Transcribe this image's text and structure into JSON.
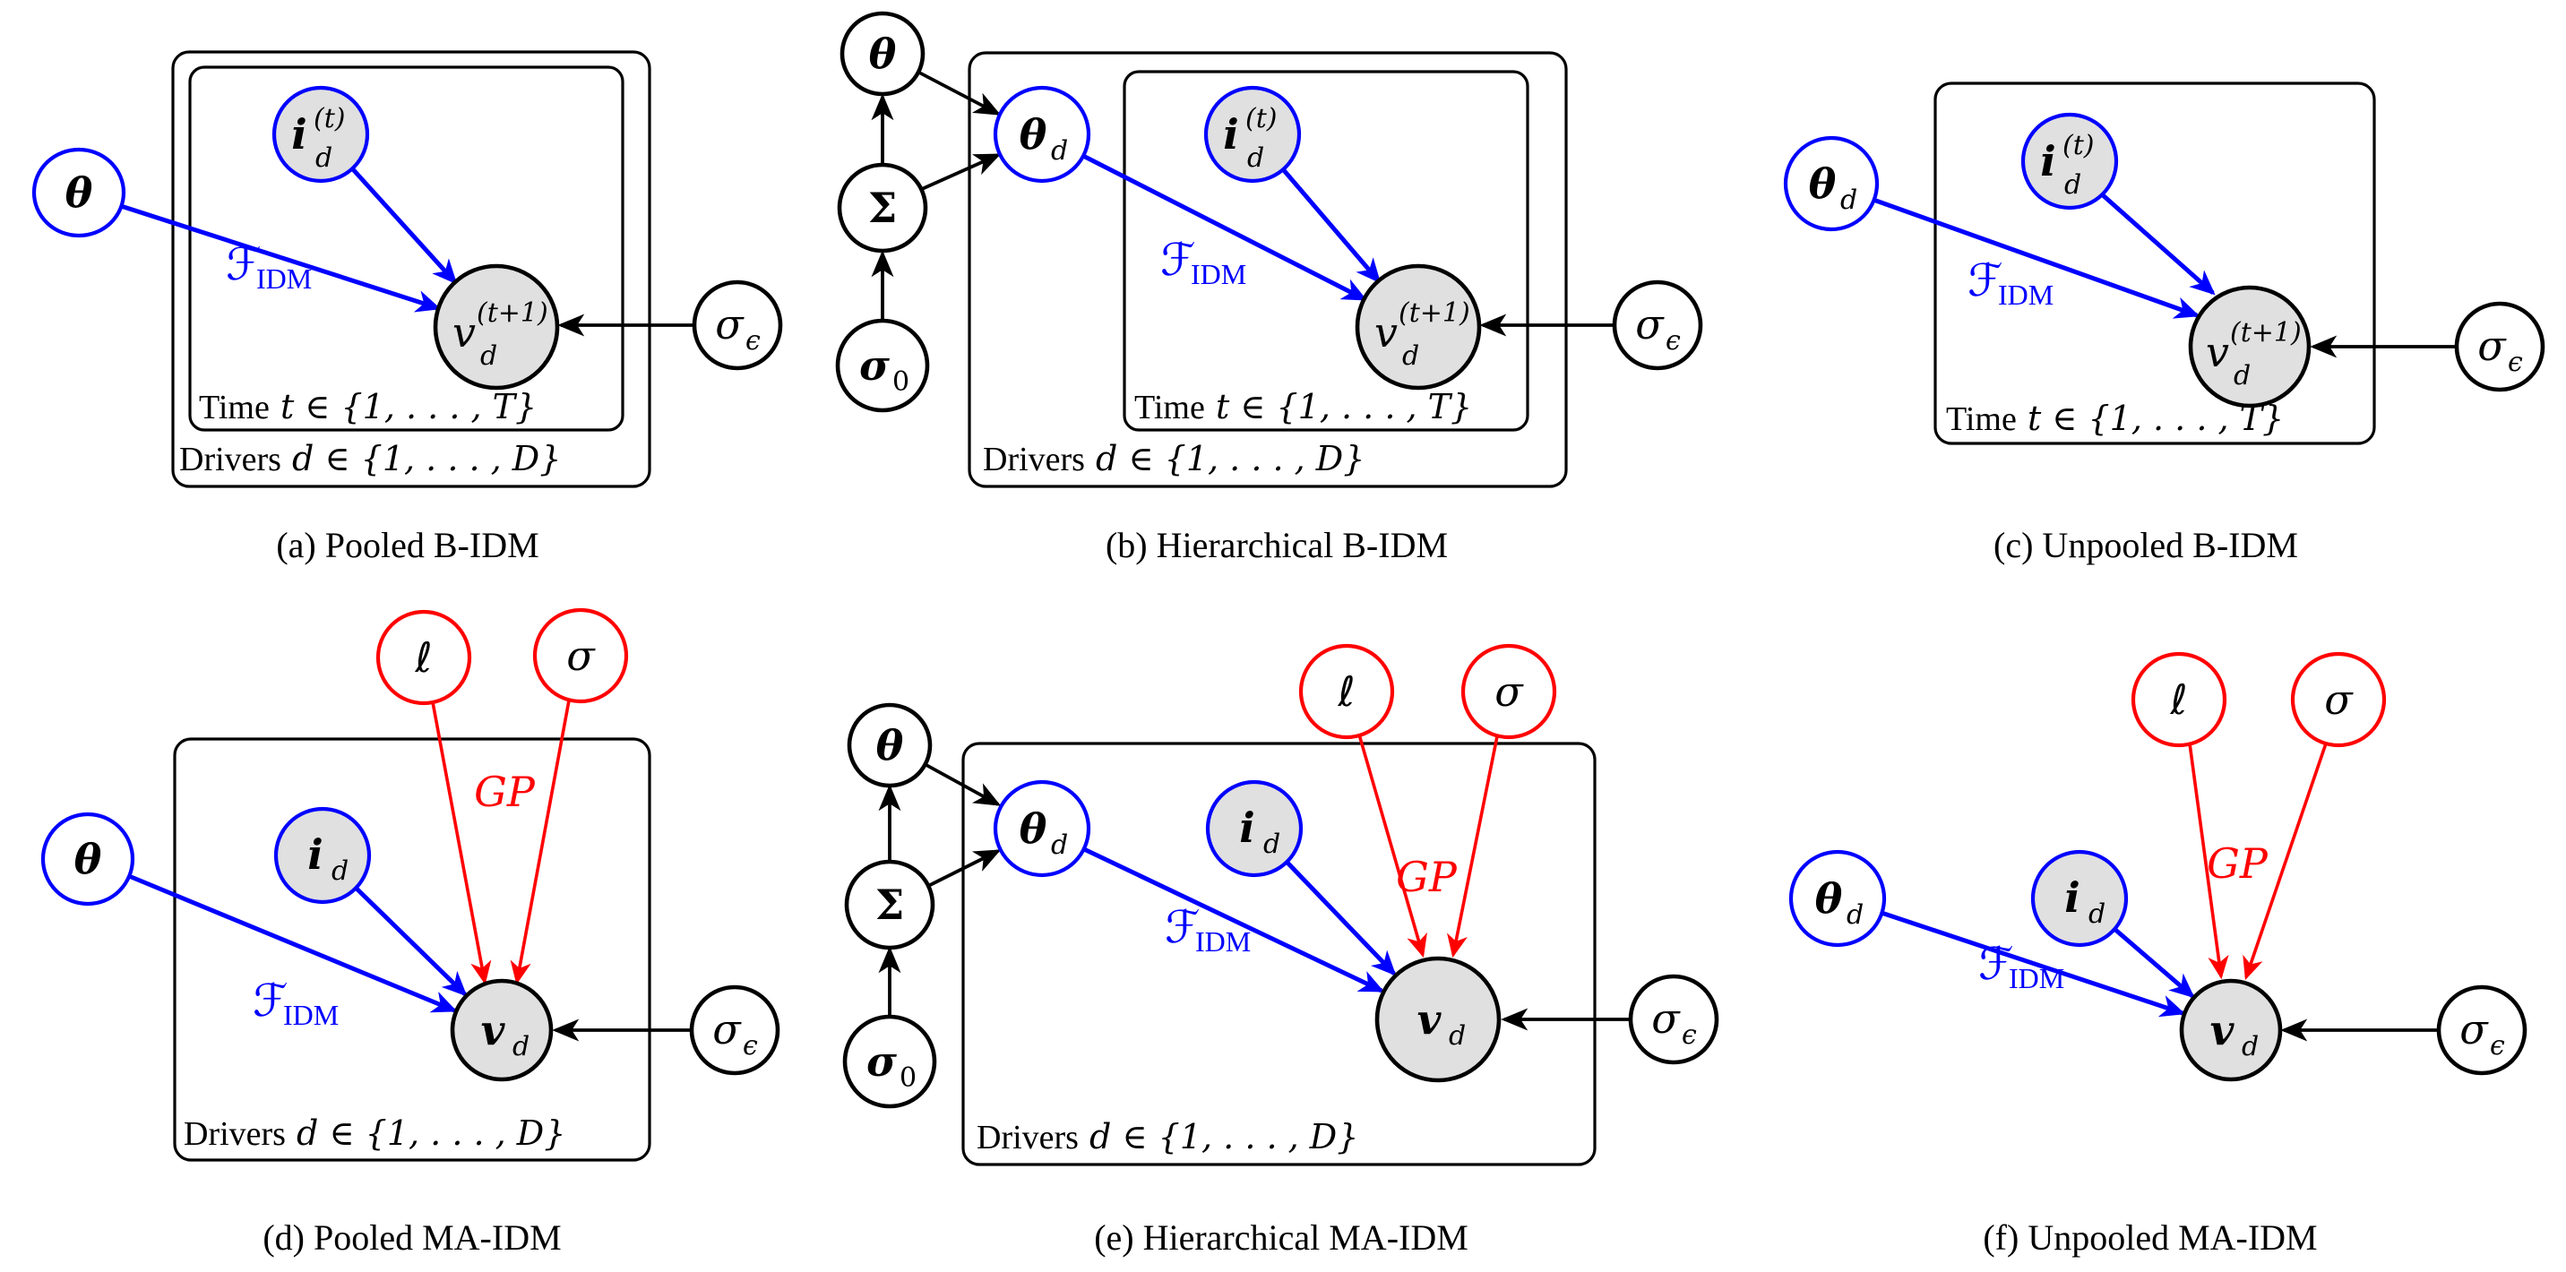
{
  "figure": {
    "type": "probabilistic-graphical-model-plate-diagrams",
    "colors": {
      "idm_blue": "#0000ff",
      "gp_red": "#ff0000",
      "black": "#000000",
      "observed_node_fill": "#e0e0e0",
      "background": "#ffffff"
    }
  },
  "diagrams": [
    {
      "id": "a",
      "caption": "(a) Pooled B-IDM",
      "plate_time_prefix": "Time",
      "plate_time_math": " t ∈ {1, . . . , T}",
      "plate_drivers_prefix": "Drivers",
      "plate_drivers_math": " d ∈ {1, . . . , D}",
      "f_idm": {
        "main": "ℱ",
        "sub": "IDM"
      },
      "nodes": {
        "theta": {
          "label": "θ"
        },
        "i": {
          "main": "i",
          "sup": "(t)",
          "sub": "d"
        },
        "v": {
          "main": "v",
          "sup": "(t+1)",
          "sub": "d"
        },
        "sigma_eps": {
          "main": "σ",
          "sub": "ϵ"
        }
      }
    },
    {
      "id": "b",
      "caption": "(b) Hierarchical B-IDM",
      "plate_time_prefix": "Time",
      "plate_time_math": " t ∈ {1, . . . , T}",
      "plate_drivers_prefix": "Drivers",
      "plate_drivers_math": " d ∈ {1, . . . , D}",
      "f_idm": {
        "main": "ℱ",
        "sub": "IDM"
      },
      "nodes": {
        "theta": {
          "label": "θ"
        },
        "Sigma": {
          "label": "Σ"
        },
        "sigma0": {
          "main": "σ",
          "sub": "0"
        },
        "theta_d": {
          "main": "θ",
          "sub": "d"
        },
        "i": {
          "main": "i",
          "sup": "(t)",
          "sub": "d"
        },
        "v": {
          "main": "v",
          "sup": "(t+1)",
          "sub": "d"
        },
        "sigma_eps": {
          "main": "σ",
          "sub": "ϵ"
        }
      }
    },
    {
      "id": "c",
      "caption": "(c) Unpooled B-IDM",
      "plate_time_prefix": "Time",
      "plate_time_math": " t ∈ {1, . . . , T}",
      "f_idm": {
        "main": "ℱ",
        "sub": "IDM"
      },
      "nodes": {
        "theta_d": {
          "main": "θ",
          "sub": "d"
        },
        "i": {
          "main": "i",
          "sup": "(t)",
          "sub": "d"
        },
        "v": {
          "main": "v",
          "sup": "(t+1)",
          "sub": "d"
        },
        "sigma_eps": {
          "main": "σ",
          "sub": "ϵ"
        }
      }
    },
    {
      "id": "d",
      "caption": "(d) Pooled MA-IDM",
      "plate_drivers_prefix": "Drivers",
      "plate_drivers_math": " d ∈ {1, . . . , D}",
      "f_idm": {
        "main": "ℱ",
        "sub": "IDM"
      },
      "gp": "GP",
      "nodes": {
        "theta": {
          "label": "θ"
        },
        "ell": {
          "label": "ℓ"
        },
        "sigma": {
          "label": "σ"
        },
        "i": {
          "main": "i",
          "sub": "d"
        },
        "v": {
          "main": "v",
          "sub": "d"
        },
        "sigma_eps": {
          "main": "σ",
          "sub": "ϵ"
        }
      }
    },
    {
      "id": "e",
      "caption": "(e) Hierarchical MA-IDM",
      "plate_drivers_prefix": "Drivers",
      "plate_drivers_math": " d ∈ {1, . . . , D}",
      "f_idm": {
        "main": "ℱ",
        "sub": "IDM"
      },
      "gp": "GP",
      "nodes": {
        "theta": {
          "label": "θ"
        },
        "Sigma": {
          "label": "Σ"
        },
        "sigma0": {
          "main": "σ",
          "sub": "0"
        },
        "theta_d": {
          "main": "θ",
          "sub": "d"
        },
        "ell": {
          "label": "ℓ"
        },
        "sigma": {
          "label": "σ"
        },
        "i": {
          "main": "i",
          "sub": "d"
        },
        "v": {
          "main": "v",
          "sub": "d"
        },
        "sigma_eps": {
          "main": "σ",
          "sub": "ϵ"
        }
      }
    },
    {
      "id": "f",
      "caption": "(f) Unpooled MA-IDM",
      "f_idm": {
        "main": "ℱ",
        "sub": "IDM"
      },
      "gp": "GP",
      "nodes": {
        "theta_d": {
          "main": "θ",
          "sub": "d"
        },
        "ell": {
          "label": "ℓ"
        },
        "sigma": {
          "label": "σ"
        },
        "i": {
          "main": "i",
          "sub": "d"
        },
        "v": {
          "main": "v",
          "sub": "d"
        },
        "sigma_eps": {
          "main": "σ",
          "sub": "ϵ"
        }
      }
    }
  ]
}
